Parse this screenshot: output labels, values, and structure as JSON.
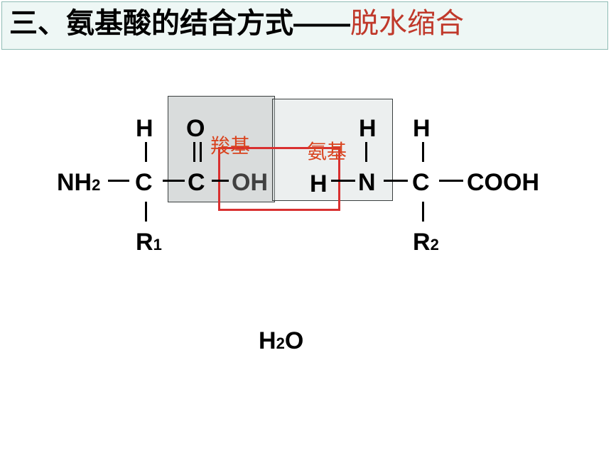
{
  "title": {
    "prefix": "三、氨基酸的结合方式——",
    "accent": "脱水缩合"
  },
  "molecule": {
    "nh2": "NH",
    "nh2_sub": "2",
    "c1": "C",
    "h1": "H",
    "r1": "R",
    "r1_sub": "1",
    "c2": "C",
    "o": "O",
    "oh": "OH",
    "h_amino": "H",
    "n": "N",
    "h_top": "H",
    "c3": "C",
    "h3": "H",
    "r2": "R",
    "r2_sub": "2",
    "cooh": "COOH"
  },
  "labels": {
    "carboxyl": "羧基",
    "amino": "氨基"
  },
  "water": {
    "h": "H",
    "sub": "2",
    "o": "O"
  },
  "colors": {
    "accent": "#c0392b",
    "highlight_box": "#d93030"
  }
}
